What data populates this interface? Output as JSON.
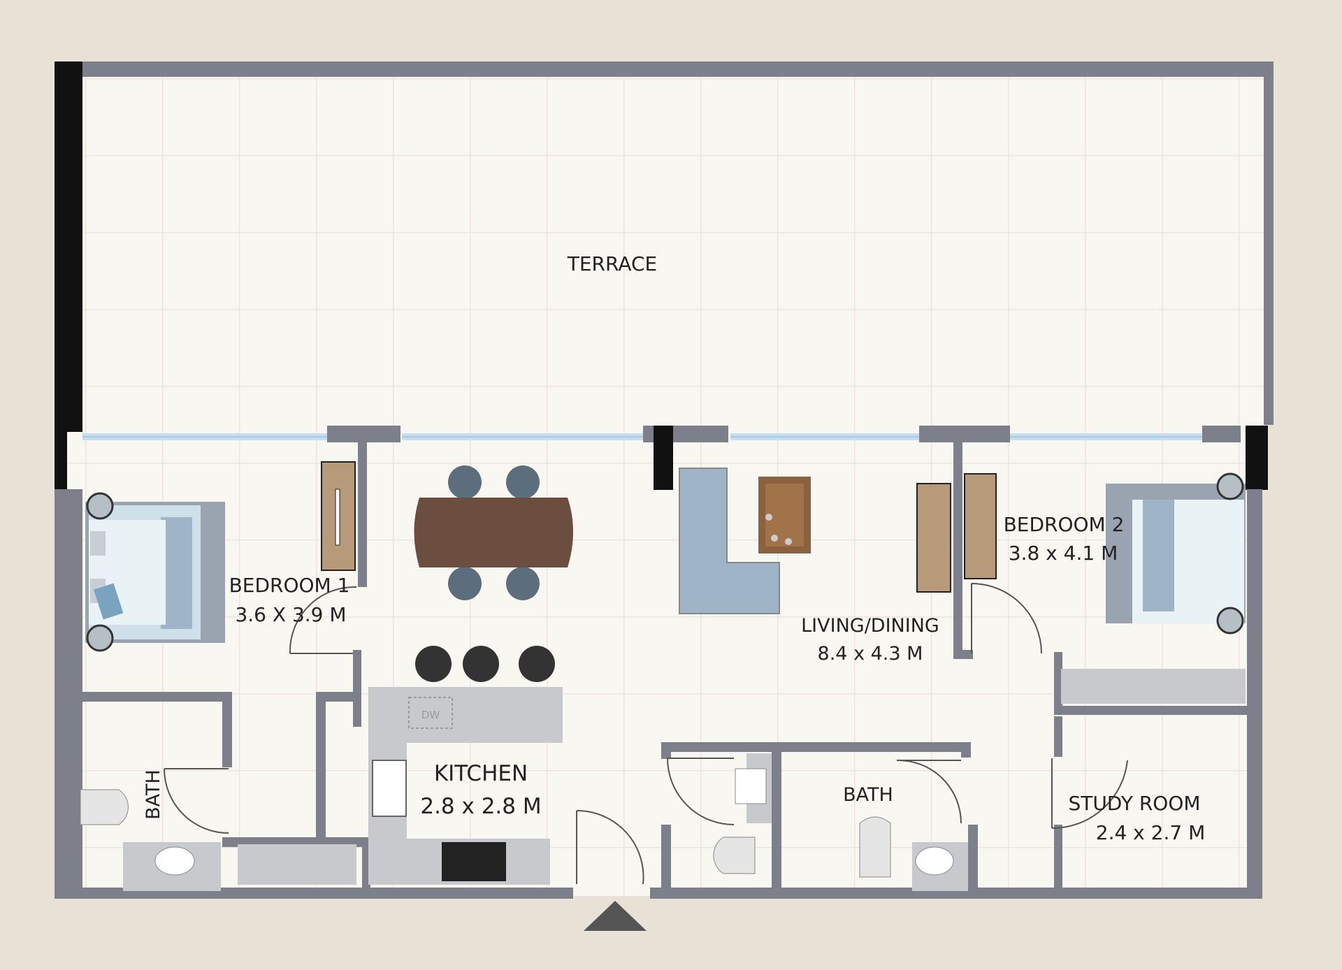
{
  "floor_plan": {
    "colors": {
      "background": "#e8e1d5",
      "floor": "#f9f7f2",
      "tile_grid": "#ece4dd",
      "wall": "#7d7f8a",
      "wall_dark": "#111111",
      "glazing": "#b9d6ea",
      "wood": "#6b4e3f",
      "fabric": "#9fb4c6",
      "counter": "#c8c9cc"
    },
    "rooms": [
      {
        "id": "terrace",
        "name": "TERRACE",
        "size": ""
      },
      {
        "id": "bedroom1",
        "name": "BEDROOM 1",
        "size": "3.6 X 3.9 M"
      },
      {
        "id": "living",
        "name": "LIVING/DINING",
        "size": "8.4 x 4.3 M"
      },
      {
        "id": "bedroom2",
        "name": "BEDROOM 2",
        "size": "3.8 x 4.1 M"
      },
      {
        "id": "kitchen",
        "name": "KITCHEN",
        "size": "2.8 x 2.8 M"
      },
      {
        "id": "bath1",
        "name": "BATH",
        "size": ""
      },
      {
        "id": "bath2",
        "name": "BATH",
        "size": ""
      },
      {
        "id": "study",
        "name": "STUDY  ROOM",
        "size": "2.4 x 2.7 M"
      }
    ],
    "appliance_labels": {
      "dishwasher": "DW"
    },
    "icons": [
      "entrance-arrow-icon",
      "bed-icon",
      "sofa-icon",
      "dining-table-icon",
      "sink-icon",
      "toilet-icon",
      "stove-icon",
      "bathtub-icon"
    ]
  }
}
